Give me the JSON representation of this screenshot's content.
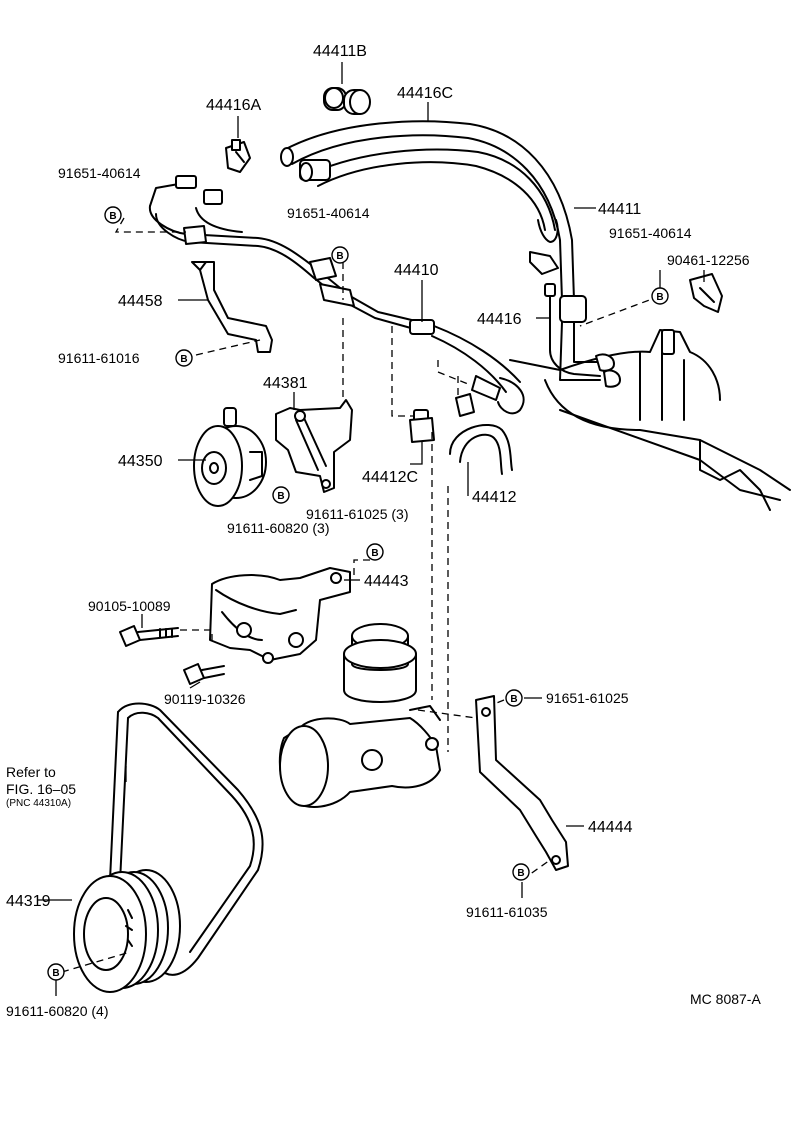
{
  "diagram_code": "MC 8087-A",
  "marker_letter": "B",
  "refer_note": {
    "line1": "Refer to",
    "line2": "FIG. 16–05",
    "line3": "(PNC 44310A)"
  },
  "labels": {
    "p44411B": "44411B",
    "p44416A": "44416A",
    "p44416C": "44416C",
    "b91651_40614_a": "91651-40614",
    "p44411": "44411",
    "b91651_40614_b": "91651-40614",
    "b91651_40614_c": "91651-40614",
    "b90461_12256": "90461-12256",
    "p44410": "44410",
    "p44458": "44458",
    "p44416": "44416",
    "b91611_61016": "91611-61016",
    "p44381": "44381",
    "p44350": "44350",
    "p44412C": "44412C",
    "p44412": "44412",
    "b91611_60820_3": "91611-60820 (3)",
    "b91611_61025_3": "91611-61025 (3)",
    "p44443": "44443",
    "b90105_10089": "90105-10089",
    "b90119_10326": "90119-10326",
    "b91651_61025": "91651-61025",
    "p44444": "44444",
    "b91611_61035": "91611-61035",
    "p44319": "44319",
    "b91611_60820_4": "91611-60820 (4)"
  }
}
